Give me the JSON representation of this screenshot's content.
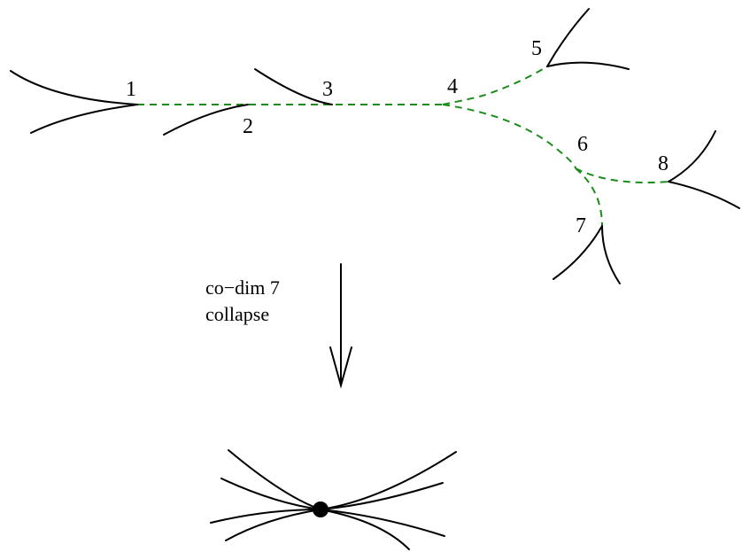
{
  "diagram": {
    "node_labels": [
      "1",
      "2",
      "3",
      "4",
      "5",
      "6",
      "7",
      "8"
    ],
    "arrow_caption": [
      "co−dim 7",
      "collapse"
    ],
    "edge_color": "#1a8c1a",
    "curve_color": "#000000"
  }
}
